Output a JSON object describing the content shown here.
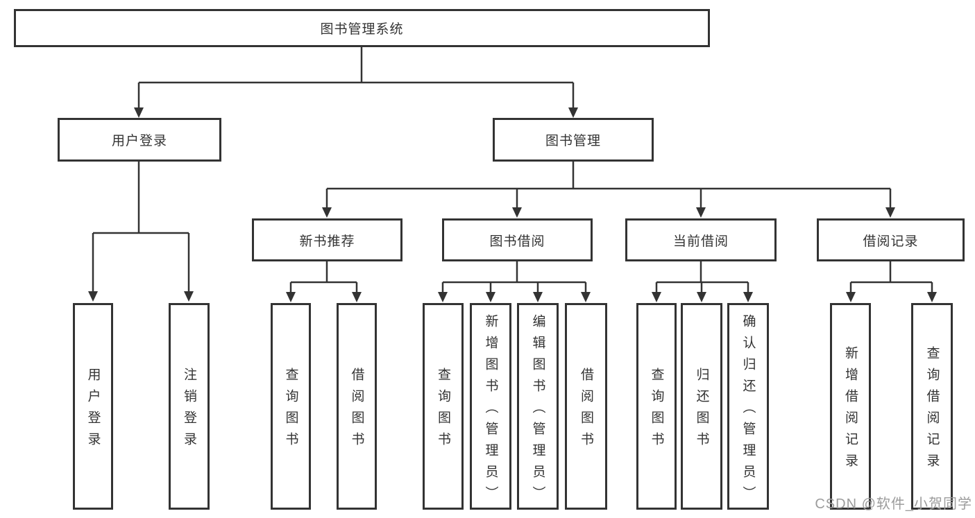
{
  "diagram": {
    "root": {
      "label": "图书管理系统"
    },
    "level2": [
      {
        "label": "用户登录"
      },
      {
        "label": "图书管理"
      }
    ],
    "level3": [
      {
        "label": "新书推荐"
      },
      {
        "label": "图书借阅"
      },
      {
        "label": "当前借阅"
      },
      {
        "label": "借阅记录"
      }
    ],
    "leaves": {
      "user": [
        "用户登录",
        "注销登录"
      ],
      "recommend": [
        "查询图书",
        "借阅图书"
      ],
      "borrow": [
        "查询图书",
        "新增图书（管理员）",
        "编辑图书（管理员）",
        "借阅图书"
      ],
      "current": [
        "查询图书",
        "归还图书",
        "确认归还（管理员）"
      ],
      "record": [
        "新增借阅记录",
        "查询借阅记录"
      ]
    },
    "colors": {
      "line": "#333333",
      "text": "#333333",
      "background": "#ffffff",
      "watermark": "#9c9c9c"
    }
  },
  "watermark": {
    "text": "CSDN @软件_小贺同学"
  }
}
